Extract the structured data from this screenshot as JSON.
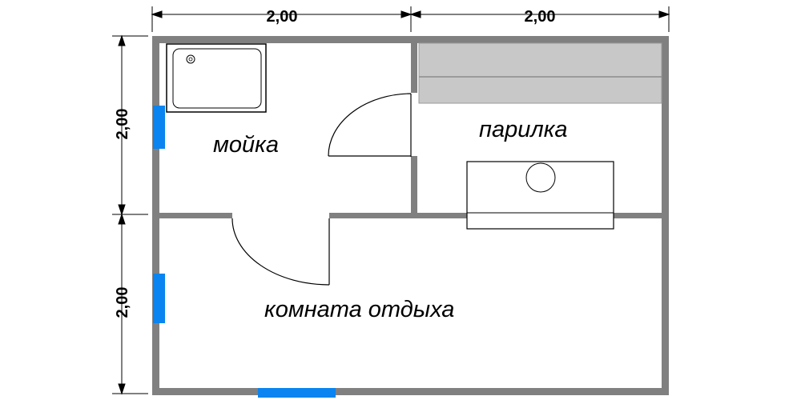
{
  "dimensions": {
    "top_left": "2,00",
    "top_right": "2,00",
    "left_upper": "2,00",
    "left_lower": "2,00"
  },
  "rooms": {
    "washroom": "мойка",
    "steam_room": "парилка",
    "rest_room": "комната отдыха"
  },
  "colors": {
    "wall": "#808080",
    "window": "#0a84f0",
    "bench": "#c8c8c8",
    "line": "#000000"
  }
}
